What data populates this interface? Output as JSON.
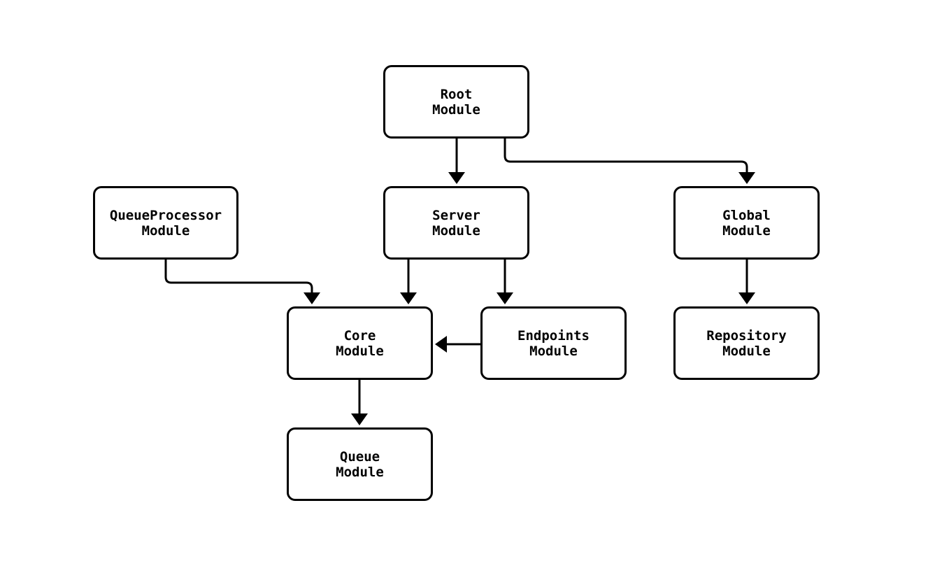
{
  "diagram": {
    "type": "flowchart",
    "background_color": "#ffffff",
    "node_fill_color": "#ffffff",
    "node_border_color": "#000000",
    "edge_color": "#000000",
    "text_color": "#000000",
    "nodes": [
      {
        "id": "root",
        "label": "Root\nModule"
      },
      {
        "id": "queueprocessor",
        "label": "QueueProcessor\nModule"
      },
      {
        "id": "server",
        "label": "Server\nModule"
      },
      {
        "id": "global",
        "label": "Global\nModule"
      },
      {
        "id": "core",
        "label": "Core\nModule"
      },
      {
        "id": "endpoints",
        "label": "Endpoints\nModule"
      },
      {
        "id": "repository",
        "label": "Repository\nModule"
      },
      {
        "id": "queue",
        "label": "Queue\nModule"
      }
    ],
    "edges": [
      {
        "from": "root",
        "to": "server",
        "style": "arrow"
      },
      {
        "from": "root",
        "to": "global",
        "style": "arrow"
      },
      {
        "from": "queueprocessor",
        "to": "core",
        "style": "arrow"
      },
      {
        "from": "server",
        "to": "core",
        "style": "arrow"
      },
      {
        "from": "server",
        "to": "endpoints",
        "style": "arrow"
      },
      {
        "from": "endpoints",
        "to": "core",
        "style": "arrow"
      },
      {
        "from": "global",
        "to": "repository",
        "style": "arrow"
      },
      {
        "from": "core",
        "to": "queue",
        "style": "arrow"
      }
    ]
  }
}
